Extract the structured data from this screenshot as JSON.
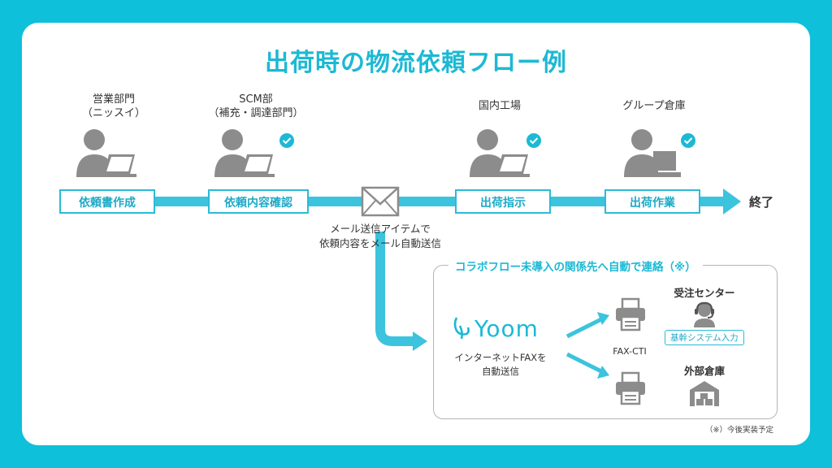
{
  "title": "出荷時の物流依頼フロー例",
  "roles": [
    {
      "line1": "営業部門",
      "line2": "（ニッスイ）"
    },
    {
      "line1": "SCM部",
      "line2": "（補充・調達部門）"
    },
    {
      "line1": "国内工場",
      "line2": ""
    },
    {
      "line1": "グループ倉庫",
      "line2": ""
    }
  ],
  "steps": [
    "依頼書作成",
    "依頼内容確認",
    "出荷指示",
    "出荷作業"
  ],
  "end_label": "終了",
  "mail_caption": {
    "line1": "メール送信アイテムで",
    "line2": "依頼内容をメール自動送信"
  },
  "collab_title": "コラボフロー未導入の関係先へ自動で連絡（※）",
  "yoom": {
    "brand": "Yoom",
    "caption1": "インターネットFAXを",
    "caption2": "自動送信"
  },
  "fax_label": "FAX-CTI",
  "order_center": {
    "title": "受注センター",
    "tag": "基幹システム入力"
  },
  "external_warehouse": {
    "title": "外部倉庫"
  },
  "note": "（※）今後実装予定",
  "colors": {
    "accent": "#1cb9d4",
    "arrow": "#3cc3dd",
    "icon_gray": "#8c8c8c",
    "background": "#0fc0da"
  },
  "icons": [
    "person-at-laptop-icon",
    "check-circle-icon",
    "envelope-icon",
    "printer-icon",
    "headset-operator-icon",
    "warehouse-icon",
    "yoom-logo-icon"
  ]
}
